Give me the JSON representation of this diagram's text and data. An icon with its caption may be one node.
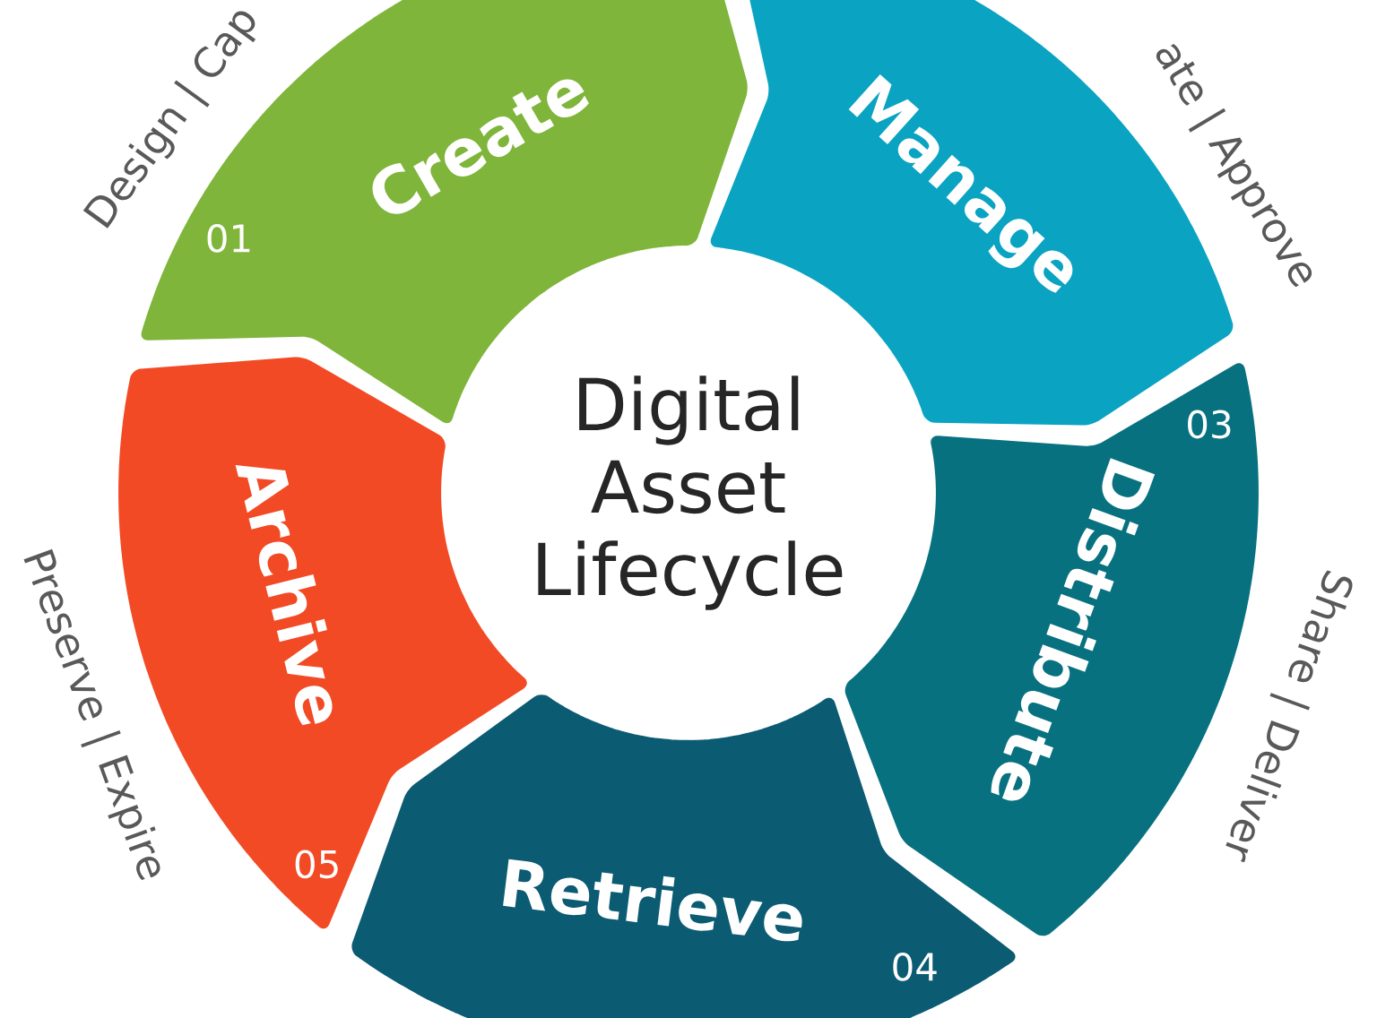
{
  "diagram": {
    "nodes": [
      {
        "text": [
          "Digital Asset Lifecycle"
        ]
      },
      {
        "text": [
          "Create",
          "01"
        ],
        "beside": [
          "Design | Cap"
        ]
      },
      {
        "text": [
          "Manage"
        ],
        "beside": [
          "ate | Approve"
        ]
      },
      {
        "text": [
          "Distribute",
          "03"
        ],
        "beside": [
          "Share | Deliver"
        ]
      },
      {
        "text": [
          "Retrieve",
          "04"
        ]
      },
      {
        "text": [
          "Archive",
          "05"
        ],
        "beside": [
          "Preserve | Expire"
        ]
      }
    ]
  }
}
